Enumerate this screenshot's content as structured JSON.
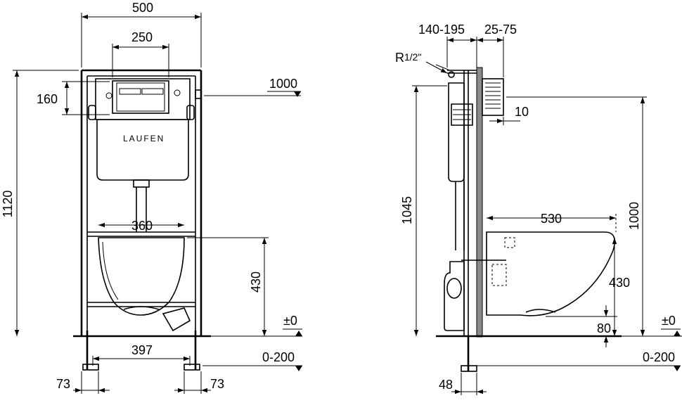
{
  "front_view": {
    "width_500": "500",
    "spacing_250": "250",
    "height_160": "160",
    "height_1120": "1120",
    "level_1000": "1000",
    "brand": "LAUFEN",
    "width_360": "360",
    "height_430": "430",
    "level_zero": "±0",
    "width_397": "397",
    "range_0_200": "0-200",
    "side_73_left": "73",
    "side_73_right": "73"
  },
  "side_view": {
    "depth_140_195": "140-195",
    "depth_25_75": "25-75",
    "thread_prefix": "R",
    "thread_fraction": "1/2\"",
    "offset_10": "10",
    "height_1045": "1045",
    "depth_530": "530",
    "level_1000": "1000",
    "height_430": "430",
    "level_zero": "±0",
    "height_80": "80",
    "range_0_200": "0-200",
    "foot_48": "48"
  }
}
